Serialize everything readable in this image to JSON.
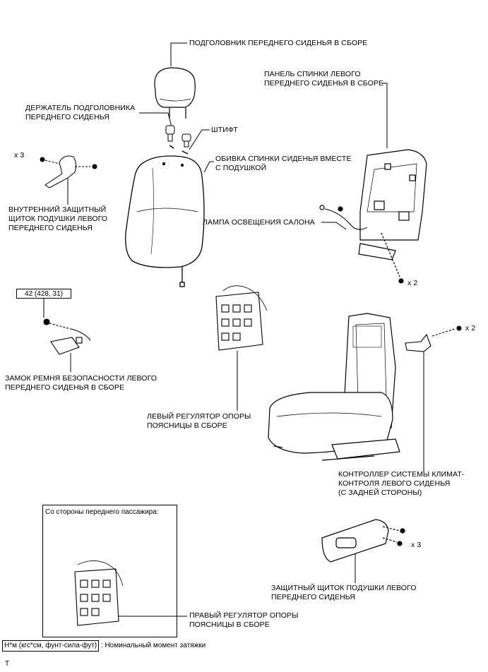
{
  "labels": {
    "headrest": "ПОДГОЛОВНИК ПЕРЕДНЕГО СИДЕНЬЯ В СБОРЕ",
    "back_panel_1": "ПАНЕЛЬ СПИНКИ ЛЕВОГО",
    "back_panel_2": "ПЕРЕДНЕГО СИДЕНЬЯ В СБОРЕ",
    "headrest_holder_1": "ДЕРЖАТЕЛЬ ПОДГОЛОВНИКА",
    "headrest_holder_2": "ПЕРЕДНЕГО СИДЕНЬЯ",
    "pin": "ШТИФТ",
    "back_cover_1": "ОБИВКА СПИНКИ СИДЕНЬЯ ВМЕСТЕ",
    "back_cover_2": "С ПОДУШКОЙ",
    "qty_x3_left": "x 3",
    "inner_shield_1": "ВНУТРЕННИЙ ЗАЩИТНЫЙ",
    "inner_shield_2": "ЩИТОК ПОДУШКИ ЛЕВОГО",
    "inner_shield_3": "ПЕРЕДНЕГО СИДЕНЬЯ",
    "lamp": "ЛАМПА ОСВЕЩЕНИЯ САЛОНА",
    "qty_x2_panel": "x 2",
    "torque": "42 (428, 31)",
    "buckle_1": "ЗАМОК РЕМНЯ БЕЗОПАСНОСТИ ЛЕВОГО",
    "buckle_2": "ПЕРЕДНЕГО СИДЕНЬЯ В СБОРЕ",
    "qty_x2_controller": "x 2",
    "left_lumbar_1": "ЛЕВЫЙ РЕГУЛЯТОР ОПОРЫ",
    "left_lumbar_2": "ПОЯСНИЦЫ В СБОРЕ",
    "controller_1": "КОНТРОЛЛЕР СИСТЕМЫ КЛИМАТ-",
    "controller_2": "КОНТРОЛЯ ЛЕВОГО СИДЕНЬЯ",
    "controller_3": "(С ЗАДНЕЙ СТОРОНЫ)",
    "inset_title": "Со стороны переднего пассажира:",
    "qty_x3_right": "x 3",
    "cushion_shield_1": "ЗАЩИТНЫЙ ЩИТОК ПОДУШКИ ЛЕВОГО",
    "cushion_shield_2": "ПЕРЕДНЕГО СИДЕНЬЯ",
    "right_lumbar_1": "ПРАВЫЙ РЕГУЛЯТОР ОПОРЫ",
    "right_lumbar_2": "ПОЯСНИЦЫ В СБОРЕ",
    "legend_unit": "Н*м (кгс*см, фунт-сила-фут)",
    "legend_text": ": Номинальный момент затяжки",
    "corner_mark": "T"
  }
}
